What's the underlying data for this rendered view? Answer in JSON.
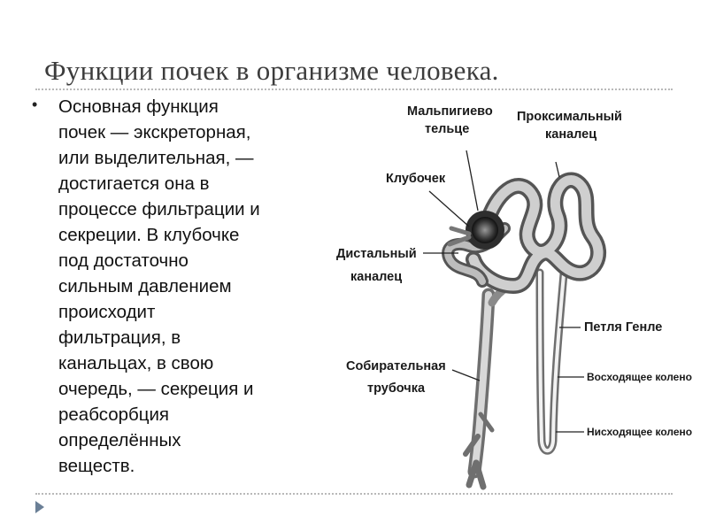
{
  "slide": {
    "title": "Функции почек в организме человека.",
    "bullet_text": "Основная функция\nпочек — экскреторная,\nили выделительная, —\nдостигается она в\nпроцессе фильтрации и\nсекреции. В клубочке\nпод достаточно\nсильным давлением\nпроисходит\nфильтрация, в\nканальцах, в свою\nочередь, — секреция и\nреабсорбция\nопределённых\nвеществ."
  },
  "diagram": {
    "labels": {
      "malpighian_1": "Мальпигиево",
      "malpighian_2": "тельце",
      "proximal_1": "Проксимальный",
      "proximal_2": "каналец",
      "glomerulus": "Клубочек",
      "distal_1": "Дистальный",
      "distal_2": "каналец",
      "henle": "Петля Генле",
      "collecting_1": "Собирательная",
      "collecting_2": "трубочка",
      "ascending": "Восходящее колено",
      "descending": "Нисходящее колено"
    }
  },
  "colors": {
    "title": "#3c3c3c",
    "rule": "#b9b9b9",
    "accent_arrow": "#6a7f96"
  }
}
